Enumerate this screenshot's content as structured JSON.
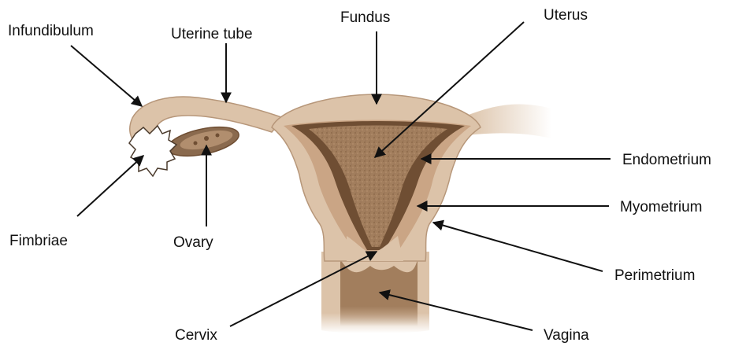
{
  "labels": {
    "infundibulum": "Infundibulum",
    "uterine_tube": "Uterine tube",
    "fundus": "Fundus",
    "uterus": "Uterus",
    "endometrium": "Endometrium",
    "myometrium": "Myometrium",
    "perimetrium": "Perimetrium",
    "fimbriae": "Fimbriae",
    "ovary": "Ovary",
    "cervix": "Cervix",
    "vagina": "Vagina"
  },
  "colors": {
    "tissue_light": "#dcc3a9",
    "tissue_mid": "#caa585",
    "tissue_dark": "#6f4e33",
    "cavity": "#a27e5d",
    "fimbriae_fill": "#ffffff",
    "label_text": "#111111"
  }
}
